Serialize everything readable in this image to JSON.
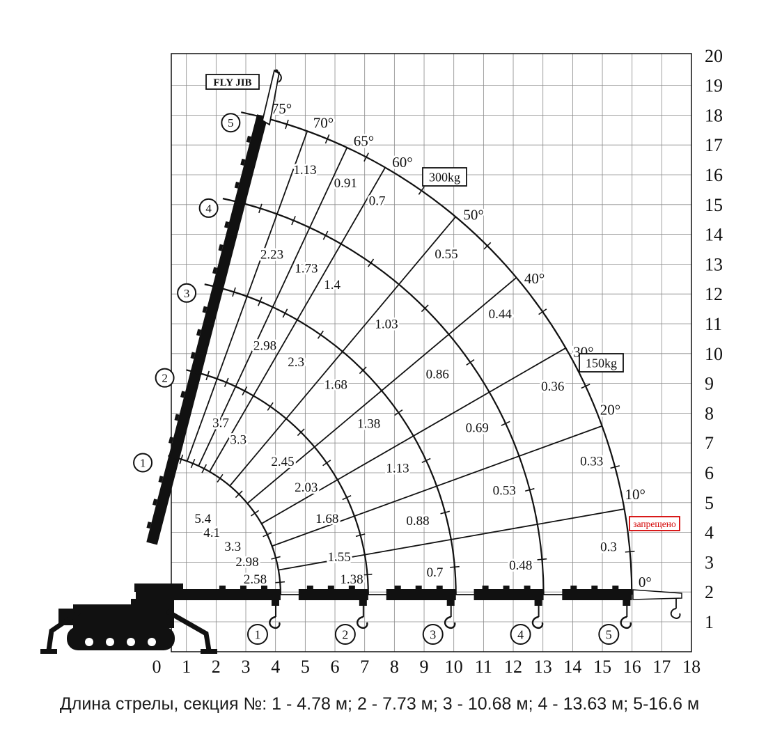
{
  "caption": "Длина стрелы, секция №: 1 - 4.78 м; 2 - 7.73 м; 3 - 10.68 м; 4 - 13.63 м; 5-16.6 м",
  "chart_data": {
    "type": "crane-load-chart",
    "description": "Crane lifting capacity diagram: boom reach (m) vs hook height (m), arcs per boom section, capacities in tonnes along boom angles",
    "x_axis": {
      "ticks": [
        0,
        1,
        2,
        3,
        4,
        5,
        6,
        7,
        8,
        9,
        10,
        11,
        12,
        13,
        14,
        15,
        16,
        17,
        18
      ]
    },
    "y_axis": {
      "ticks": [
        1,
        2,
        3,
        4,
        5,
        6,
        7,
        8,
        9,
        10,
        11,
        12,
        13,
        14,
        15,
        16,
        17,
        18,
        19,
        20
      ]
    },
    "boom_sections": [
      {
        "no": "1",
        "length_m": 4.78
      },
      {
        "no": "2",
        "length_m": 7.73
      },
      {
        "no": "3",
        "length_m": 10.68
      },
      {
        "no": "4",
        "length_m": 13.63
      },
      {
        "no": "5",
        "length_m": 16.6
      }
    ],
    "angle_lines": [
      {
        "deg": 0,
        "label": "0°"
      },
      {
        "deg": 10,
        "label": "10°"
      },
      {
        "deg": 20,
        "label": "20°"
      },
      {
        "deg": 30,
        "label": "30°"
      },
      {
        "deg": 40,
        "label": "40°"
      },
      {
        "deg": 50,
        "label": "50°"
      },
      {
        "deg": 60,
        "label": "60°"
      },
      {
        "deg": 65,
        "label": "65°"
      },
      {
        "deg": 70,
        "label": "70°"
      },
      {
        "deg": 75,
        "label": "75°"
      }
    ],
    "tick_angles_deg": [
      5,
      15,
      25,
      35,
      45,
      55,
      62.5,
      67.5,
      72.5
    ],
    "capacity_labels": [
      {
        "v": "1.13",
        "a": 68.6,
        "r": 15.35
      },
      {
        "v": "0.91",
        "a": 63.3,
        "r": 15.5
      },
      {
        "v": "0.7",
        "a": 58.8,
        "r": 15.5
      },
      {
        "v": "2.23",
        "a": 68.6,
        "r": 12.3
      },
      {
        "v": "1.73",
        "a": 62.8,
        "r": 12.35
      },
      {
        "v": "1.4",
        "a": 58.0,
        "r": 12.3
      },
      {
        "v": "0.55",
        "a": 47.9,
        "r": 15.45
      },
      {
        "v": "2.98",
        "a": 63.1,
        "r": 9.4
      },
      {
        "v": "2.3",
        "a": 55.9,
        "r": 9.45
      },
      {
        "v": "1.68",
        "a": 46.8,
        "r": 9.7
      },
      {
        "v": "1.03",
        "a": 47.5,
        "r": 12.35
      },
      {
        "v": "0.44",
        "a": 37.8,
        "r": 15.4
      },
      {
        "v": "0.86",
        "a": 36.4,
        "r": 12.5
      },
      {
        "v": "0.36",
        "a": 26.7,
        "r": 15.6
      },
      {
        "v": "3.7",
        "a": 64.4,
        "r": 6.4
      },
      {
        "v": "3.3",
        "a": 57.2,
        "r": 6.2
      },
      {
        "v": "1.38",
        "a": 36.6,
        "r": 9.65
      },
      {
        "v": "0.69",
        "a": 26.2,
        "r": 12.7
      },
      {
        "v": "2.45",
        "a": 42.7,
        "r": 6.6
      },
      {
        "v": "2.03",
        "a": 32.6,
        "r": 6.7
      },
      {
        "v": "0.33",
        "a": 16.4,
        "r": 15.9
      },
      {
        "v": "1.13",
        "a": 26.0,
        "r": 9.7
      },
      {
        "v": "0.53",
        "a": 15.9,
        "r": 12.8
      },
      {
        "v": "5.4",
        "a": 49.8,
        "r": 3.35
      },
      {
        "v": "4.1",
        "a": 40.3,
        "r": 3.23
      },
      {
        "v": "3.3",
        "a": 27.1,
        "r": 3.56
      },
      {
        "v": "2.98",
        "a": 16.8,
        "r": 3.82
      },
      {
        "v": "2.58",
        "a": 7.5,
        "r": 3.96
      },
      {
        "v": "1.68",
        "a": 21.9,
        "r": 6.84
      },
      {
        "v": "0.88",
        "a": 14.8,
        "r": 9.72
      },
      {
        "v": "1.55",
        "a": 10.6,
        "r": 6.87
      },
      {
        "v": "0.3",
        "a": 5.8,
        "r": 15.9
      },
      {
        "v": "1.38",
        "a": 4.1,
        "r": 7.19
      },
      {
        "v": "0.7",
        "a": 4.3,
        "r": 10.0
      },
      {
        "v": "0.48",
        "a": 4.4,
        "r": 12.9
      }
    ],
    "badges": {
      "fly_jib": "FLY JIB",
      "kg300": "300kg",
      "kg150": "150kg",
      "forbidden": "запрещено"
    },
    "colors": {
      "ink": "#111111",
      "forbidden": "#d40000"
    }
  }
}
